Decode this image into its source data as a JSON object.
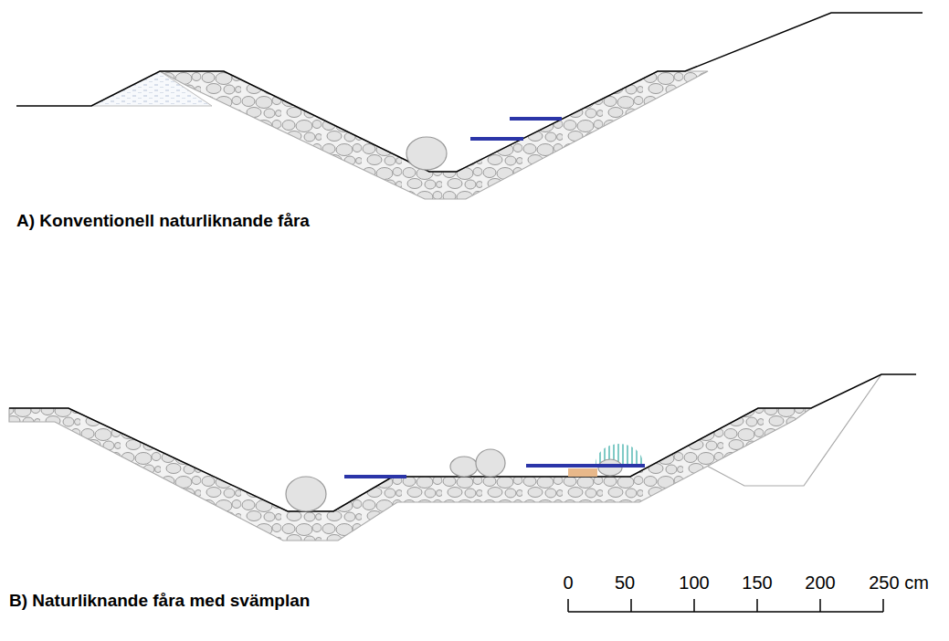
{
  "diagram": {
    "labels": [
      "A) Konventionell naturliknande fåra",
      "B) Naturliknande fåra med svämplan",
      "0",
      "50",
      "100",
      "150",
      "200",
      "250 cm"
    ]
  }
}
